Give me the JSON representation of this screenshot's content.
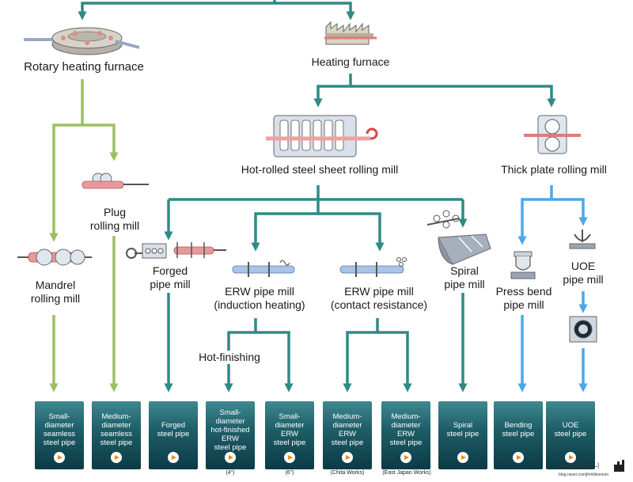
{
  "nodes": {
    "rotary_furnace": "Rotary heating furnace",
    "heating_furnace": "Heating furnace",
    "hot_rolled_mill": "Hot-rolled steel sheet rolling mill",
    "thick_plate_mill": "Thick plate rolling mill",
    "plug_mill": [
      "Plug",
      "rolling mill"
    ],
    "mandrel_mill": [
      "Mandrel",
      "rolling mill"
    ],
    "forged_mill": [
      "Forged",
      "pipe mill"
    ],
    "erw_induction": [
      "ERW pipe mill",
      "(induction heating)"
    ],
    "erw_contact": [
      "ERW pipe mill",
      "(contact resistance)"
    ],
    "spiral_mill": [
      "Spiral",
      "pipe mill"
    ],
    "press_bend_mill": [
      "Press bend",
      "pipe mill"
    ],
    "uoe_mill": [
      "UOE",
      "pipe mill"
    ],
    "hot_finishing": "Hot-finishing"
  },
  "products": [
    {
      "lines": [
        "Small-",
        "diameter",
        "seamless",
        "steel pipe"
      ]
    },
    {
      "lines": [
        "Medium-",
        "diameter",
        "seamless",
        "steel pipe"
      ]
    },
    {
      "lines": [
        "Forged",
        "steel pipe"
      ]
    },
    {
      "lines": [
        "Small-",
        "diameter",
        "hot-finished",
        "ERW",
        "steel pipe"
      ]
    },
    {
      "lines": [
        "Small-",
        "diameter",
        "ERW",
        "steel pipe"
      ]
    },
    {
      "lines": [
        "Medium-",
        "diameter",
        "ERW",
        "steel pipe"
      ]
    },
    {
      "lines": [
        "Medium-",
        "diameter",
        "ERW",
        "steel pipe"
      ]
    },
    {
      "lines": [
        "Spiral",
        "steel pipe"
      ]
    },
    {
      "lines": [
        "Bending",
        "steel pipe"
      ]
    },
    {
      "lines": [
        "UOE",
        "steel pipe"
      ]
    }
  ],
  "product_notes": [
    "(4\")",
    "(6\")",
    "(Chita Works)",
    "(East Japan Works)"
  ],
  "watermark": {
    "korean": "가치생각밀레니",
    "url": "blog.naver.com/jhmillennium"
  },
  "colors": {
    "teal": "#2f8a86",
    "green": "#9cc060",
    "blue": "#4aa8e8",
    "product_box": "#1f5f69",
    "play_button": "#f08a10"
  }
}
